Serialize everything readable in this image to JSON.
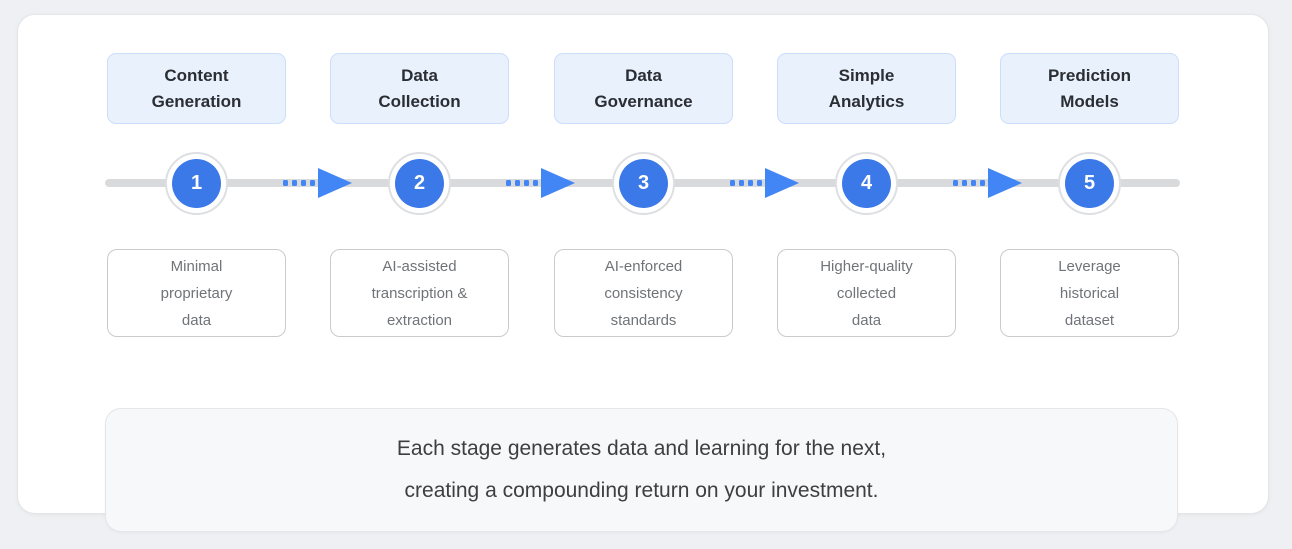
{
  "colors": {
    "page_background": "#eef0f3",
    "card_background": "#ffffff",
    "stage_circle_blue": "#3b78e8",
    "arrow_blue": "#4285f4",
    "label_box_background": "#e9f1fd",
    "label_box_border": "#cbdefa",
    "timeline_gray": "#d9dadc",
    "footer_background": "#f7f8fa"
  },
  "stages": [
    {
      "number": "1",
      "label_lines": [
        "Content",
        "Generation"
      ],
      "description_lines": [
        "Minimal",
        "proprietary",
        "data"
      ]
    },
    {
      "number": "2",
      "label_lines": [
        "Data",
        "Collection"
      ],
      "description_lines": [
        "AI-assisted",
        "transcription &",
        "extraction"
      ]
    },
    {
      "number": "3",
      "label_lines": [
        "Data",
        "Governance"
      ],
      "description_lines": [
        "AI-enforced",
        "consistency",
        "standards"
      ]
    },
    {
      "number": "4",
      "label_lines": [
        "Simple",
        "Analytics"
      ],
      "description_lines": [
        "Higher-quality",
        "collected",
        "data"
      ]
    },
    {
      "number": "5",
      "label_lines": [
        "Prediction",
        "Models"
      ],
      "description_lines": [
        "Leverage",
        "historical",
        "dataset"
      ]
    }
  ],
  "footer": {
    "lines": [
      "Each stage generates data and learning for the next,",
      "creating a compounding return on your investment."
    ]
  }
}
